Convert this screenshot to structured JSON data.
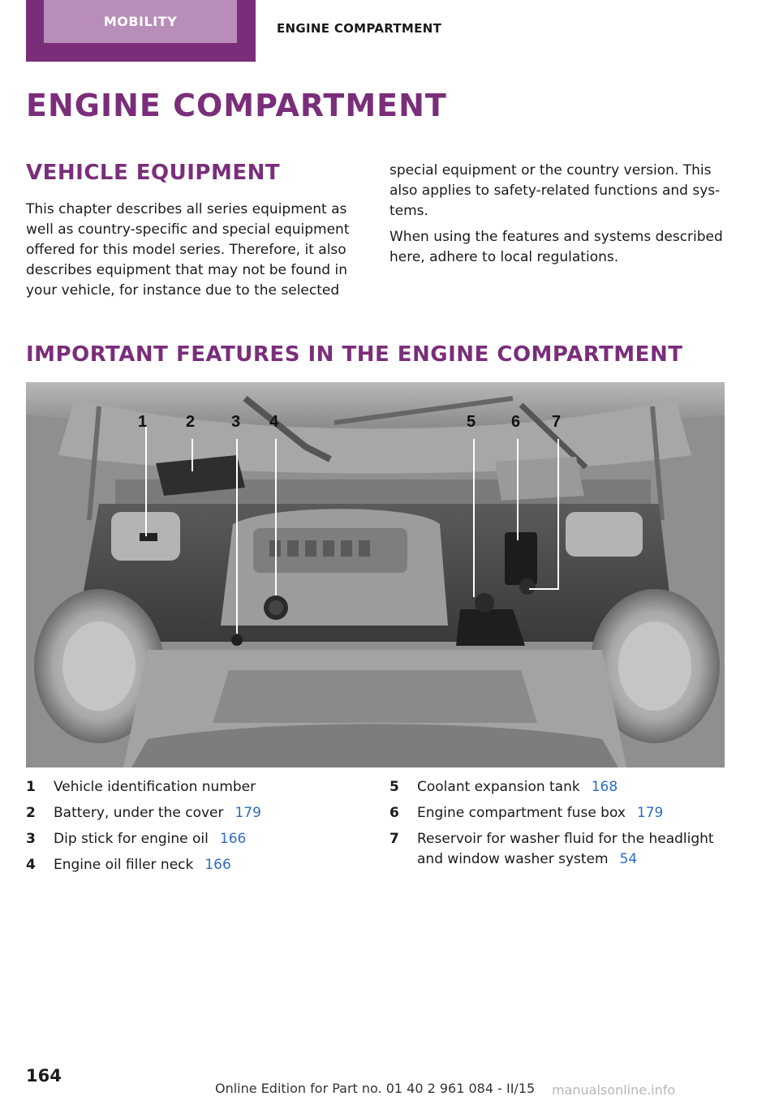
{
  "header": {
    "tab_label": "MOBILITY",
    "section": "ENGINE COMPARTMENT"
  },
  "title": "ENGINE COMPARTMENT",
  "vehicle_equipment": {
    "heading": "VEHICLE EQUIPMENT",
    "para1_left": "This chapter describes all series equipment as well as country-specific and special equipment offered for this model series. Therefore, it also describes equipment that may not be found in your vehicle, for instance due to the selected",
    "para1_right": "special equipment or the country version. This also applies to safety-related functions and sys-tems.",
    "para2": "When using the features and systems described here, adhere to local regulations."
  },
  "important_features": {
    "heading": "IMPORTANT FEATURES IN THE ENGINE COMPARTMENT"
  },
  "diagram_labels": [
    "1",
    "2",
    "3",
    "4",
    "5",
    "6",
    "7"
  ],
  "legend_left": [
    {
      "num": "1",
      "text": "Vehicle identification number",
      "page": ""
    },
    {
      "num": "2",
      "text": "Battery, under the cover",
      "page": "179"
    },
    {
      "num": "3",
      "text": "Dip stick for engine oil",
      "page": "166"
    },
    {
      "num": "4",
      "text": "Engine oil filler neck",
      "page": "166"
    }
  ],
  "legend_right": [
    {
      "num": "5",
      "text": "Coolant expansion tank",
      "page": "168"
    },
    {
      "num": "6",
      "text": "Engine compartment fuse box",
      "page": "179"
    },
    {
      "num": "7",
      "text": "Reservoir for washer fluid for the headlight and window washer system",
      "page": "54"
    }
  ],
  "footer": {
    "page_number": "164",
    "edition": "Online Edition for Part no. 01 40 2 961 084 - II/15",
    "watermark": "manualsonline.info"
  },
  "colors": {
    "accent": "#7a2e7a",
    "tab_inner": "#b98db9",
    "link": "#2d6cc0"
  }
}
